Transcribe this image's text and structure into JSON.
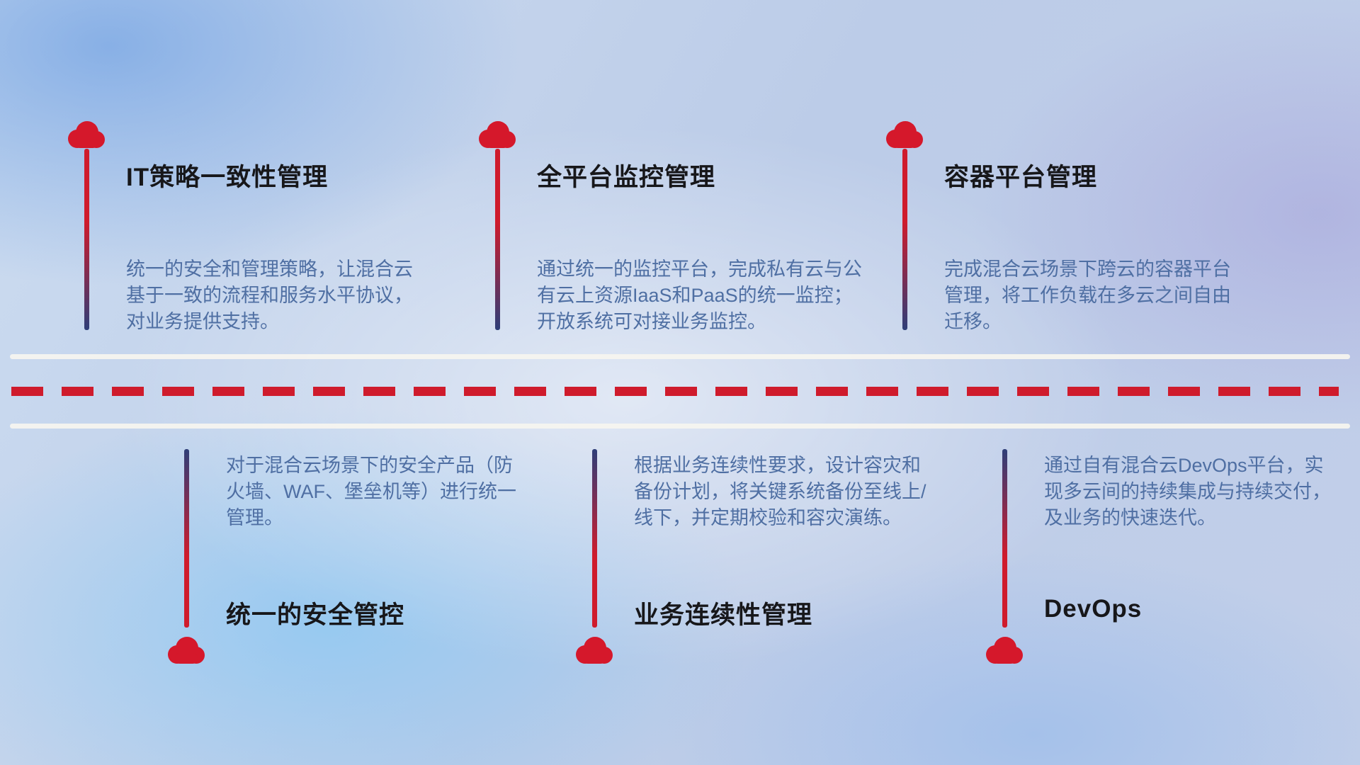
{
  "top_items": [
    {
      "title": "IT策略一致性管理",
      "desc": "统一的安全和管理策略，让混合云基于一致的流程和服务水平协议，对业务提供支持。"
    },
    {
      "title": "全平台监控管理",
      "desc": "通过统一的监控平台，完成私有云与公有云上资源IaaS和PaaS的统一监控；开放系统可对接业务监控。"
    },
    {
      "title": "容器平台管理",
      "desc": "完成混合云场景下跨云的容器平台管理，将工作负载在多云之间自由迁移。"
    }
  ],
  "bottom_items": [
    {
      "title": "统一的安全管控",
      "desc": "对于混合云场景下的安全产品（防火墙、WAF、堡垒机等）进行统一管理。"
    },
    {
      "title": "业务连续性管理",
      "desc": "根据业务连续性要求，设计容灾和备份计划，将关键系统备份至线上/线下，并定期校验和容灾演练。"
    },
    {
      "title": "DevOps",
      "desc": "通过自有混合云DevOps平台，实现多云间的持续集成与持续交付，及业务的快速迭代。"
    }
  ],
  "colors": {
    "accent_red": "#cf1b2c",
    "stem_navy": "#2e3e78",
    "desc_blue": "#4f6fa3",
    "title_black": "#17171a",
    "road_white": "#f6f4ef"
  }
}
